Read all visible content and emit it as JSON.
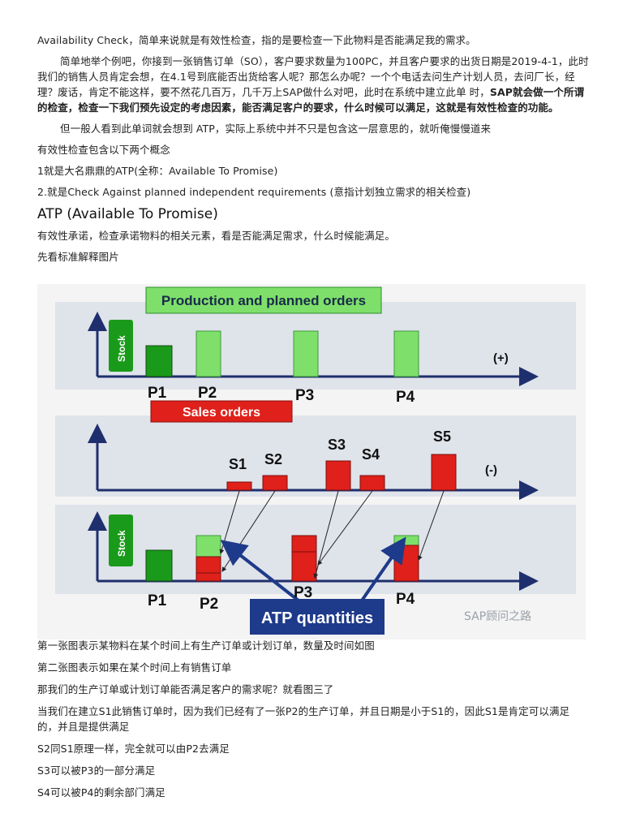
{
  "paragraphs": {
    "p1": "Availability Check，简单来说就是有效性检查，指的是要检查一下此物料是否能满足我的需求。",
    "p2a": "简单地举个例吧，你接到一张销售订单（SO），客户要求数量为100PC，并且客户要求的出货日期是2019-4-1，此时我们的销售人员肯定会想，在4.1号到底能否出货给客人呢？那怎么办呢？一个个电话去问生产计划人员，去问厂长，经理？废话，肯定不能这样，要不然花几百万，几千万上SAP做什么对吧，此时在系统中建立此单 时，",
    "p2b": "SAP就会做一个所谓的检查，检查一下我们预先设定的考虑因素，能否满足客户的要求，什么时候可以满足，这就是有效性检查的功能。",
    "p3": "但一般人看到此单词就会想到 ATP，实际上系统中并不只是包含这一层意思的，就听俺慢慢道来",
    "p4": "有效性检查包含以下两个概念",
    "p5": "1就是大名鼎鼎的ATP(全称：Available To Promise)",
    "p6": "2.就是Check Against planned independent requirements (意指计划独立需求的相关检查)",
    "h_atp": "ATP (Available To Promise)",
    "p7": "有效性承诺，检查承诺物料的相关元素，看是否能满足需求，什么时候能满足。",
    "p8": "先看标准解释图片"
  },
  "figure": {
    "title_production": "Production and planned orders",
    "title_sales": "Sales orders",
    "title_atp": "ATP quantities",
    "stock_label": "Stock",
    "plus_sign": "(+)",
    "minus_sign": "(-)",
    "p_labels": [
      "P1",
      "P2",
      "P3",
      "P4"
    ],
    "s_labels": [
      "S1",
      "S2",
      "S3",
      "S4",
      "S5"
    ],
    "watermark": "SAP顾问之路",
    "colors": {
      "dark_green": "#1a9a1a",
      "light_green": "#7ee06a",
      "red": "#e0201a",
      "blue": "#1e3a8a",
      "axis_blue": "#1f2f6e"
    }
  },
  "bottom": {
    "b1": "第一张图表示某物料在某个时间上有生产订单或计划订单，数量及时间如图",
    "b2": "第二张图表示如果在某个时间上有销售订单",
    "b3": "那我们的生产订单或计划订单能否满足客户的需求呢？就看图三了",
    "b4": "当我们在建立S1此销售订单时，因为我们已经有了一张P2的生产订单，并且日期是小于S1的，因此S1是肯定可以满足的，并且是提供满足",
    "b5": "S2同S1原理一样，完全就可以由P2去满足",
    "b6": "S3可以被P3的一部分满足",
    "b7": "S4可以被P4的剩余部门满足"
  }
}
